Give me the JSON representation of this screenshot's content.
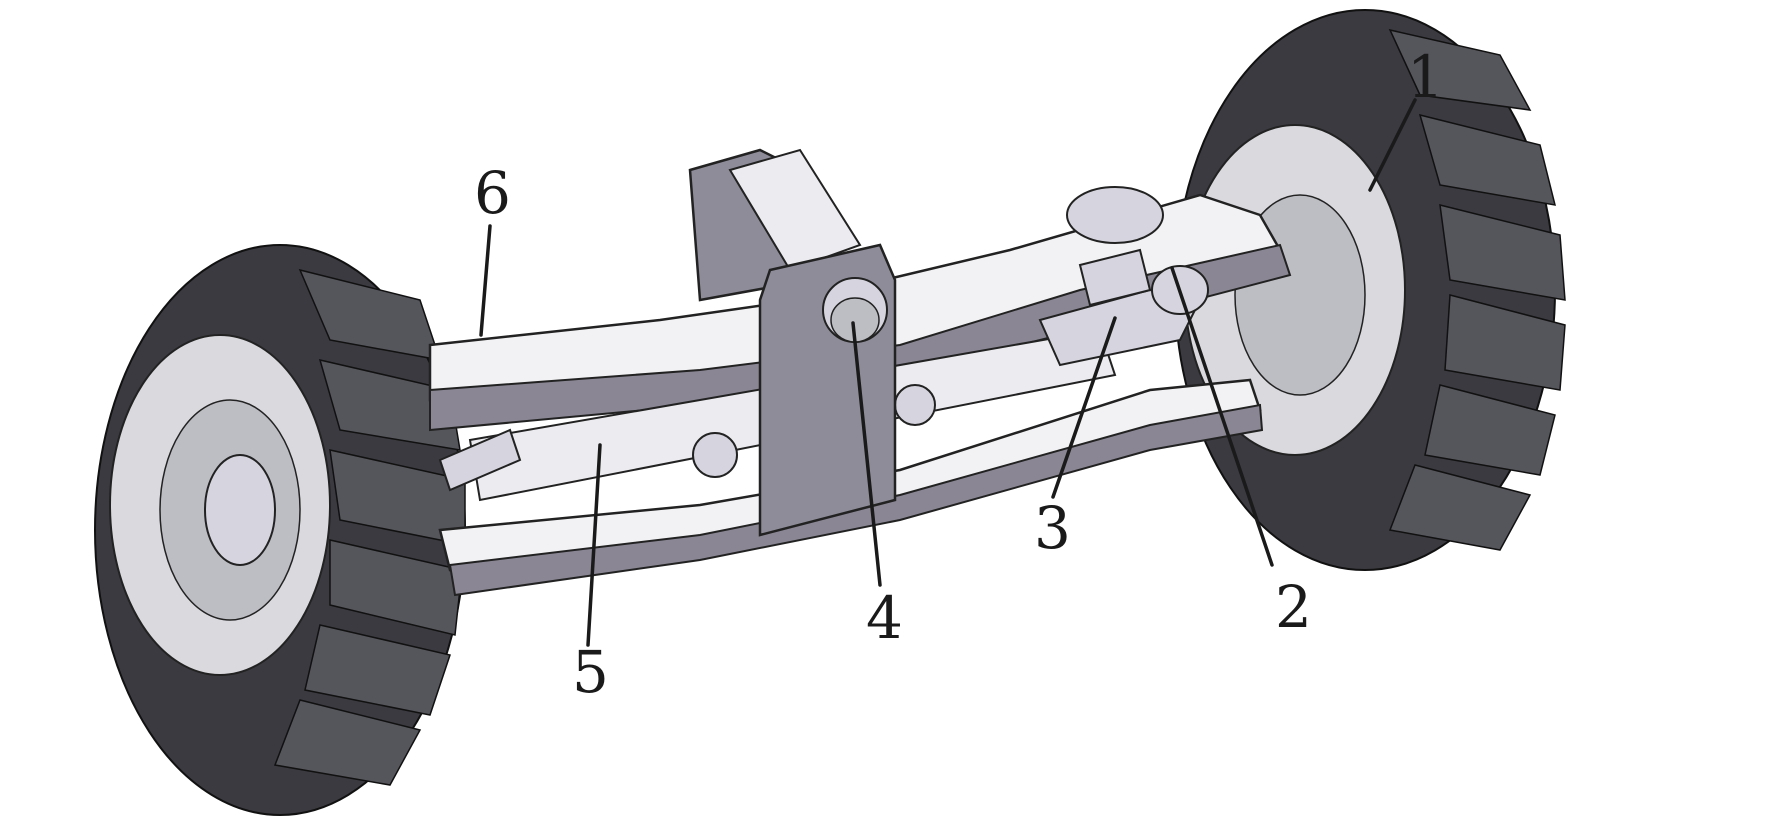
{
  "callouts": [
    {
      "id": "1",
      "label": "1"
    },
    {
      "id": "2",
      "label": "2"
    },
    {
      "id": "3",
      "label": "3"
    },
    {
      "id": "4",
      "label": "4"
    },
    {
      "id": "5",
      "label": "5"
    },
    {
      "id": "6",
      "label": "6"
    }
  ],
  "colors": {
    "tire": "#3a3a40",
    "beam": "#f2f2f4",
    "bracket": "#8e8c98",
    "line": "#1a1a1a"
  }
}
